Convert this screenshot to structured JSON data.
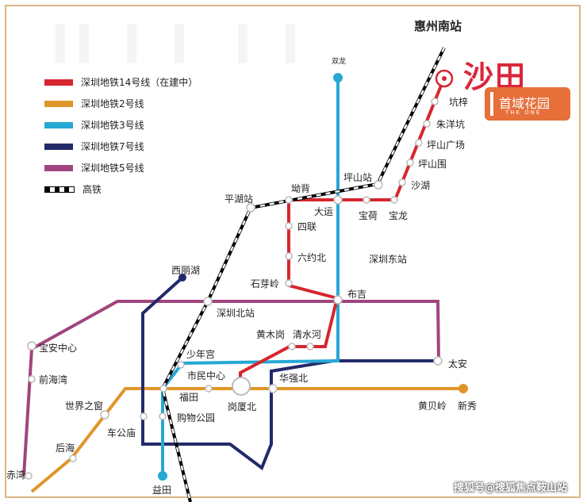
{
  "map": {
    "brand": {
      "title": "沙田",
      "name": "首域花园",
      "subtitle": "THE ONE",
      "color": "#d9263a",
      "logo_color": "#e66f3a"
    },
    "legend": [
      {
        "label": "深圳地铁14号线（在建中）",
        "color": "#d6262f"
      },
      {
        "label": "深圳地铁2号线",
        "color": "#e0952a"
      },
      {
        "label": "深圳地铁3号线",
        "color": "#26a8d4"
      },
      {
        "label": "深圳地铁7号线",
        "color": "#232a6a"
      },
      {
        "label": "深圳地铁5号线",
        "color": "#a0457e"
      },
      {
        "label": "高铁",
        "color": "#000000"
      }
    ],
    "stations": {
      "huizhou_south": "惠州南站",
      "shuanglong": "双龙",
      "kengzi": "坑梓",
      "zhuyangkeng": "朱洋坑",
      "pingshan_square": "坪山广场",
      "pingshan_wei": "坪山围",
      "shahu": "沙湖",
      "pingshan_station": "坪山站",
      "baolong": "宝龙",
      "baohe": "宝荷",
      "dayun": "大运",
      "aobei": "坳背",
      "pinghu_station": "平湖站",
      "silian": "四联",
      "liuyuebei": "六约北",
      "shenzhen_east": "深圳东站",
      "shiyaling": "石芽岭",
      "buji": "布吉",
      "xilihu": "西丽湖",
      "shenzhen_north": "深圳北站",
      "huangmugang": "黄木岗",
      "qingshuihe": "清水河",
      "baoan_center": "宝安中心",
      "shaoniangong": "少年宫",
      "taian": "太安",
      "qianhaiwan": "前海湾",
      "civic_center": "市民中心",
      "huaqiangbei": "华强北",
      "futian": "福田",
      "window_world": "世界之窗",
      "gangxiabei": "岗厦北",
      "huangbeiling": "黄贝岭",
      "xinxiu": "新秀",
      "chegongmiao": "车公庙",
      "shopping_park": "购物公园",
      "houhai": "后海",
      "chiwan": "赤湾",
      "yantian": "益田"
    },
    "watermark": "搜狐号@搜狐焦点鞍山站"
  }
}
